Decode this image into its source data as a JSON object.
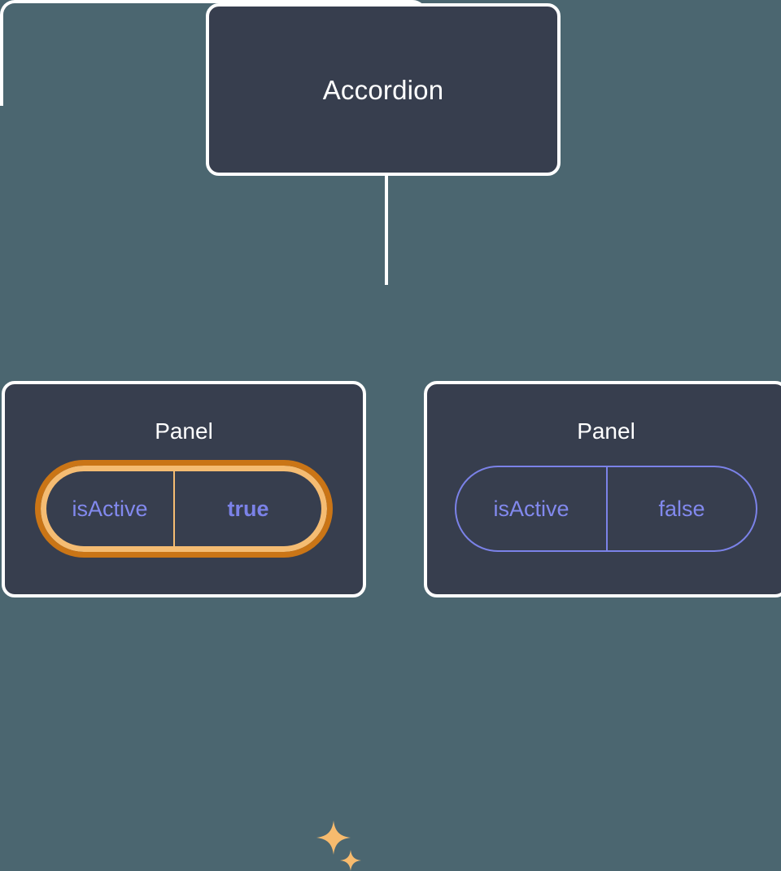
{
  "canvas": {
    "background_color": "#4b6670",
    "node_fill_color": "#373e4e",
    "node_border_color": "#ffffff",
    "connector_color": "#ffffff",
    "prop_text_color": "#8289ee",
    "prop_border_color": "#7b82e8",
    "highlight_outer_color": "#ca7516",
    "highlight_inner_color": "#f5bc72",
    "sparkle_color": "#f7bb6e"
  },
  "tree": {
    "root": {
      "title": "Accordion"
    },
    "children": [
      {
        "title": "Panel",
        "highlighted": true,
        "prop": {
          "key": "isActive",
          "value": "true"
        },
        "sparkles": [
          {
            "name": "sparkle-large-icon"
          },
          {
            "name": "sparkle-small-icon"
          }
        ]
      },
      {
        "title": "Panel",
        "highlighted": false,
        "prop": {
          "key": "isActive",
          "value": "false"
        }
      }
    ]
  }
}
